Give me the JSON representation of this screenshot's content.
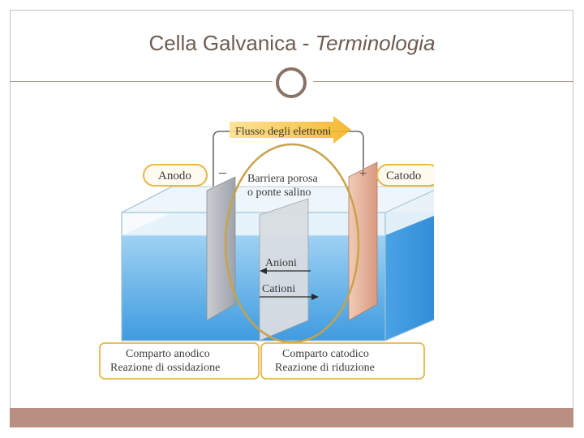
{
  "slide": {
    "title_main": "Cella Galvanica - ",
    "title_italic": "Terminologia"
  },
  "diagram": {
    "electron_flow": "Flusso degli elettroni",
    "anode": "Anodo",
    "anode_sign": "–",
    "cathode": "Catodo",
    "cathode_sign": "+",
    "barrier_line1": "Barriera porosa",
    "barrier_line2": "o ponte salino",
    "anions": "Anioni",
    "cations": "Cationi",
    "anodic_compartment": "Comparto anodico",
    "oxidation": "Reazione di ossidazione",
    "cathodic_compartment": "Comparto catodico",
    "reduction": "Reazione di riduzione"
  },
  "colors": {
    "title": "#6e5c52",
    "footer": "#b98f84",
    "water": "#5fb0e8",
    "highlight": "#f5c23a"
  }
}
